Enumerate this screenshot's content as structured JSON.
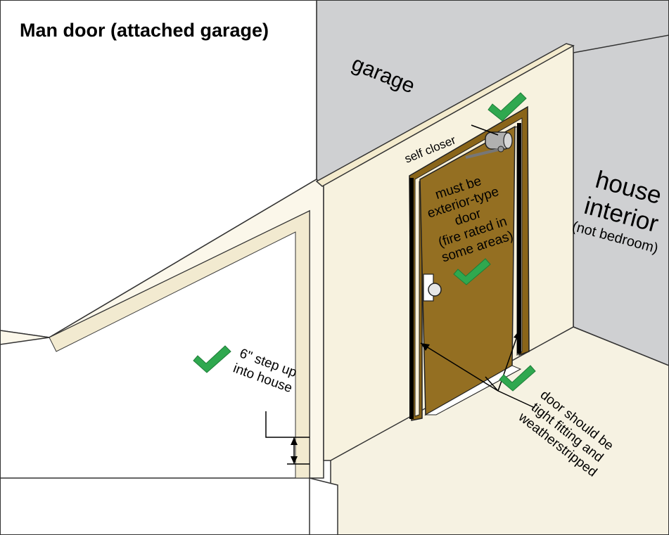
{
  "title": "Man door (attached garage)",
  "labels": {
    "garage": "garage",
    "self_closer": "self closer",
    "house_line1": "house",
    "house_line2": "interior",
    "house_line3": "(not bedroom)",
    "door_note": [
      "must be",
      "exterior-type",
      "door",
      "(fire rated in",
      "some areas)"
    ],
    "step_note": [
      "6\" step up",
      "into house"
    ],
    "seal_note": [
      "door should be",
      "tight fitting and",
      "weatherstripped"
    ]
  },
  "colors": {
    "wall_gray": "#cfd0d2",
    "cream": "#f7f2df",
    "frame_cream": "#f9f0d8",
    "floor": "#f6f2e2",
    "door": "#946f22",
    "check": "#2fa84f"
  },
  "icons": [
    "check-icon",
    "door-closer-icon",
    "doorknob-icon"
  ]
}
